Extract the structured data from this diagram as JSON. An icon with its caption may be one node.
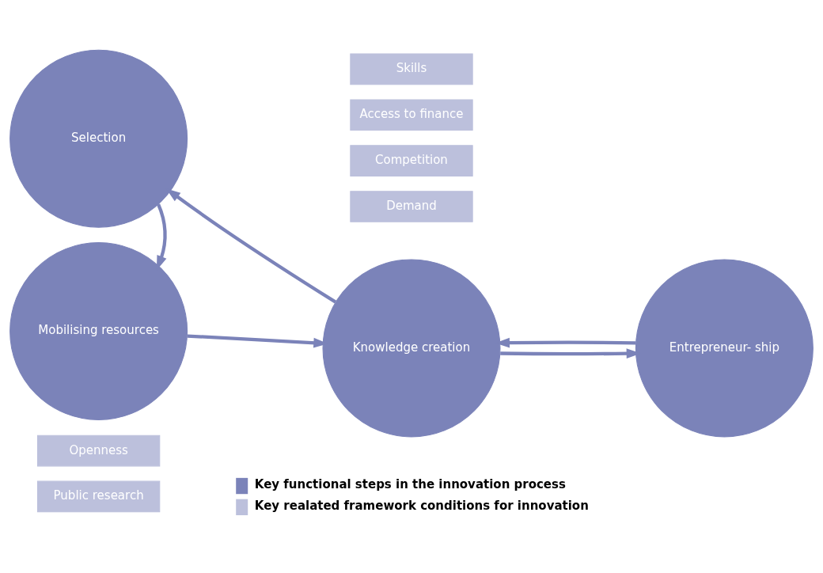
{
  "diagram": {
    "nodes": [
      {
        "text": [
          "Mobilising resources"
        ]
      },
      {
        "text": [
          "Skills"
        ]
      },
      {
        "text": [
          "Access to finance"
        ]
      },
      {
        "text": [
          "Knowledge creation"
        ]
      },
      {
        "text": [
          "Entrepreneur- ship"
        ]
      },
      {
        "text": [
          "Openness"
        ]
      },
      {
        "text": [
          "Public research"
        ]
      },
      {
        "text": [
          "Selection"
        ]
      },
      {
        "text": [
          "Competition"
        ]
      },
      {
        "text": [
          "Demand"
        ]
      }
    ],
    "edges": [
      {
        "from": 0,
        "to": 3,
        "arrow": "to"
      },
      {
        "from": 3,
        "to": 4,
        "arrow": "to"
      },
      {
        "from": 4,
        "to": 3,
        "arrow": "to"
      },
      {
        "from": 3,
        "to": 7,
        "arrow": "to"
      },
      {
        "from": 7,
        "to": 0,
        "arrow": "to"
      }
    ],
    "legend": [
      {
        "text": "Key functional steps in the innovation process",
        "color": "#7b83b9"
      },
      {
        "text": "Key realated framework conditions for innovation",
        "color": "#bcc0dc"
      }
    ]
  }
}
